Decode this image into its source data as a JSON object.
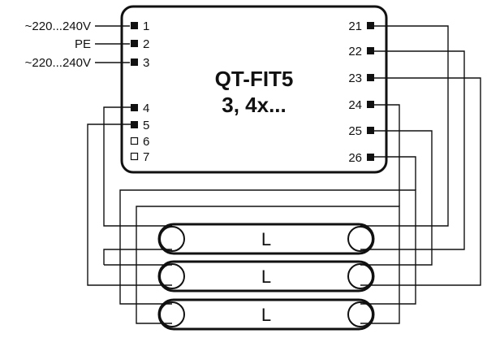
{
  "ballast": {
    "model_line1": "QT-FIT5",
    "model_line2": "3, 4x..."
  },
  "inputs": [
    {
      "label": "~220...240V"
    },
    {
      "label": "PE"
    },
    {
      "label": "~220...240V"
    }
  ],
  "left_terminals": [
    {
      "num": "1",
      "used": true
    },
    {
      "num": "2",
      "used": true
    },
    {
      "num": "3",
      "used": true
    },
    {
      "num": "4",
      "used": true
    },
    {
      "num": "5",
      "used": true
    },
    {
      "num": "6",
      "used": false
    },
    {
      "num": "7",
      "used": false
    }
  ],
  "right_terminals": [
    {
      "num": "21"
    },
    {
      "num": "22"
    },
    {
      "num": "23"
    },
    {
      "num": "24"
    },
    {
      "num": "25"
    },
    {
      "num": "26"
    }
  ],
  "lamps": [
    {
      "label": "L"
    },
    {
      "label": "L"
    },
    {
      "label": "L"
    }
  ]
}
